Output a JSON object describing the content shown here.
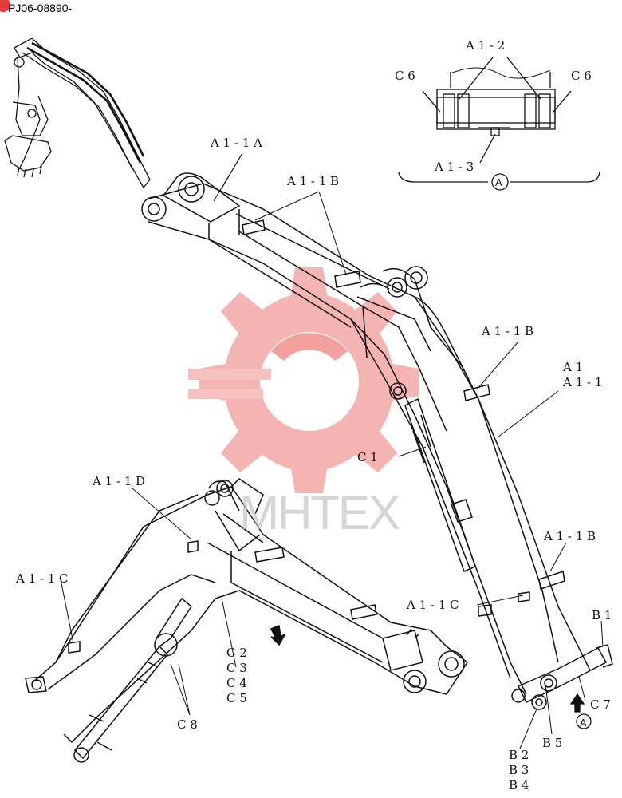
{
  "header": {
    "code": "PJ06-08890-"
  },
  "watermark": {
    "text": "MHTEX",
    "color": "#e0302a"
  },
  "callouts": {
    "a1_2": "A 1 - 2",
    "c6_left": "C 6",
    "c6_right": "C 6",
    "a1_3": "A 1 - 3",
    "view_marker": "A",
    "a1_1a": "A 1 - 1 A",
    "a1_1b_top": "A 1 - 1 B",
    "a1_1b_mid": "A 1 - 1 B",
    "a1": "A 1",
    "a1_1": "A 1 - 1",
    "c1": "C 1",
    "a1_1d": "A 1 - 1 D",
    "a1_1b_low": "A 1 - 1 B",
    "a1_1c_left": "A 1 - 1 C",
    "a1_1c_right": "A 1 - 1 C",
    "b1": "B 1",
    "c2": "C 2",
    "c3": "C 3",
    "c4": "C 4",
    "c5": "C 5",
    "c7": "C 7",
    "c8": "C 8",
    "b5": "B 5",
    "b2": "B 2",
    "b3": "B 3",
    "b4": "B 4",
    "view_marker_bottom": "A"
  }
}
